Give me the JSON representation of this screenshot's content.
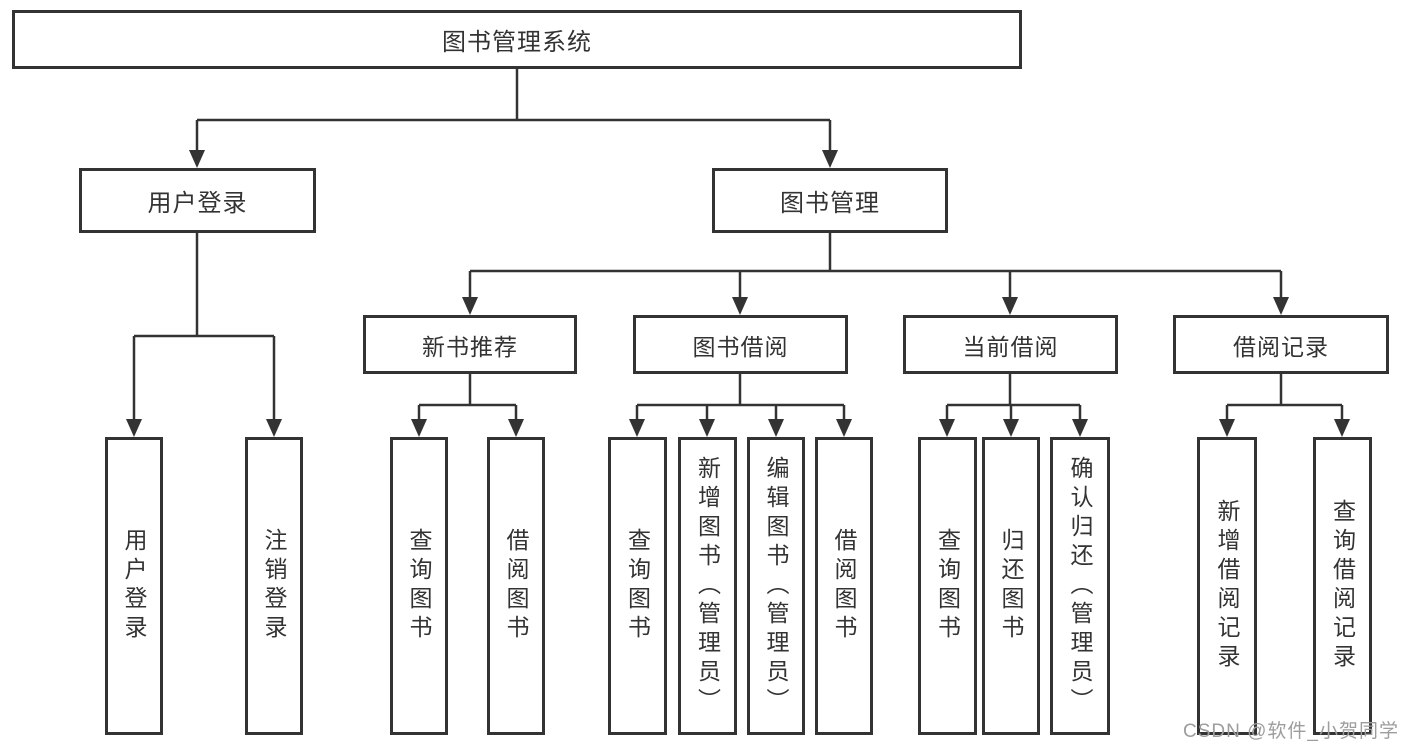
{
  "tree": {
    "root": {
      "label": "图书管理系统"
    },
    "branches": [
      {
        "label": "用户登录",
        "leaves": [
          "用户登录",
          "注销登录"
        ]
      },
      {
        "label": "图书管理",
        "children": [
          {
            "label": "新书推荐",
            "leaves": [
              "查询图书",
              "借阅图书"
            ]
          },
          {
            "label": "图书借阅",
            "leaves": [
              "查询图书",
              "新增图书（管理员）",
              "编辑图书（管理员）",
              "借阅图书"
            ]
          },
          {
            "label": "当前借阅",
            "leaves": [
              "查询图书",
              "归还图书",
              "确认归还（管理员）"
            ]
          },
          {
            "label": "借阅记录",
            "leaves": [
              "新增借阅记录",
              "查询借阅记录"
            ]
          }
        ]
      }
    ]
  },
  "watermark": "CSDN @软件_小贺同学",
  "colors": {
    "line": "#333333",
    "text": "#333333",
    "watermark": "#9d9d9d",
    "background": "#ffffff"
  }
}
